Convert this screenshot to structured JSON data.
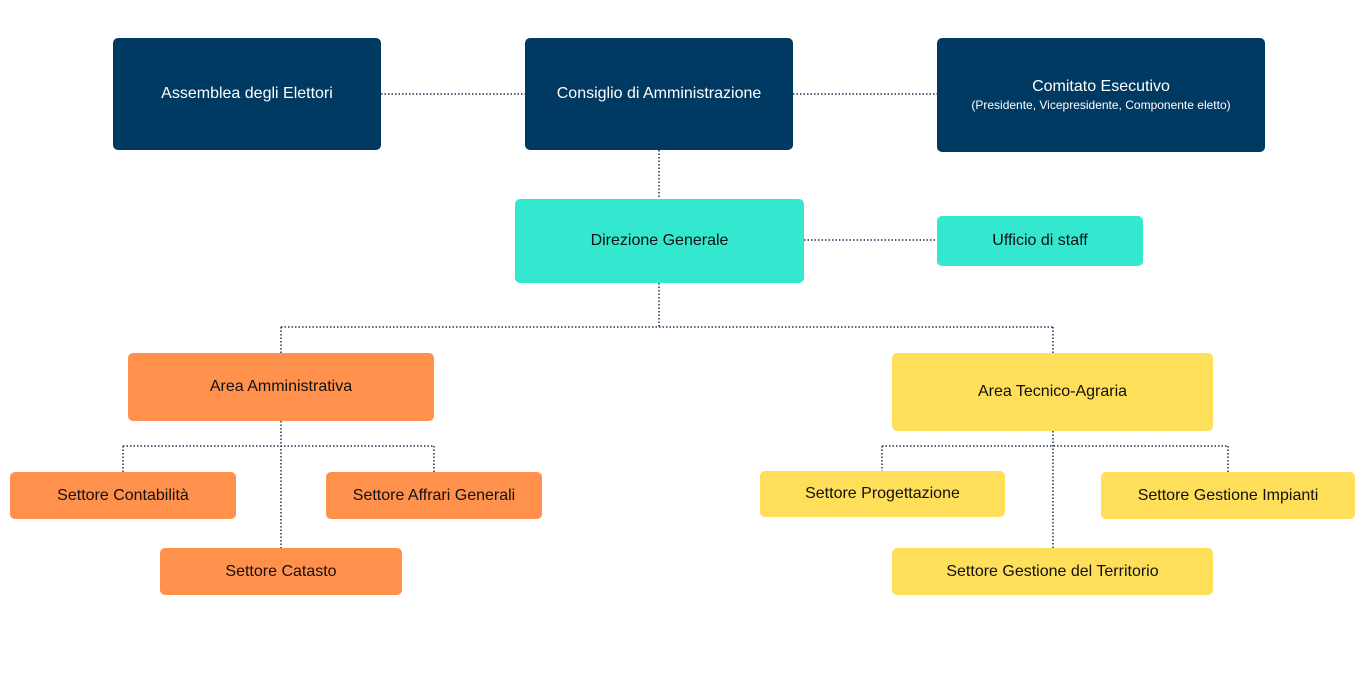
{
  "governance": {
    "assembly": "Assemblea degli Elettori",
    "board": "Consiglio di Amministrazione",
    "executive": {
      "title": "Comitato Esecutivo",
      "members": "(Presidente, Vicepresidente, Componente eletto)"
    }
  },
  "management": {
    "general_direction": "Direzione Generale",
    "staff_office": "Ufficio di staff"
  },
  "areas": {
    "administrative": {
      "title": "Area Amministrativa",
      "sectors": [
        "Settore Contabilità",
        "Settore Affrari Generali",
        "Settore Catasto"
      ]
    },
    "technical": {
      "title": "Area Tecnico-Agraria",
      "sectors": [
        "Settore Progettazione",
        "Settore Gestione Impianti",
        "Settore Gestione del Territorio"
      ]
    }
  },
  "colors": {
    "governance": "#003a63",
    "management": "#33e8cf",
    "administrative": "#ff914d",
    "technical": "#ffde59",
    "connector": "#1d3557"
  }
}
